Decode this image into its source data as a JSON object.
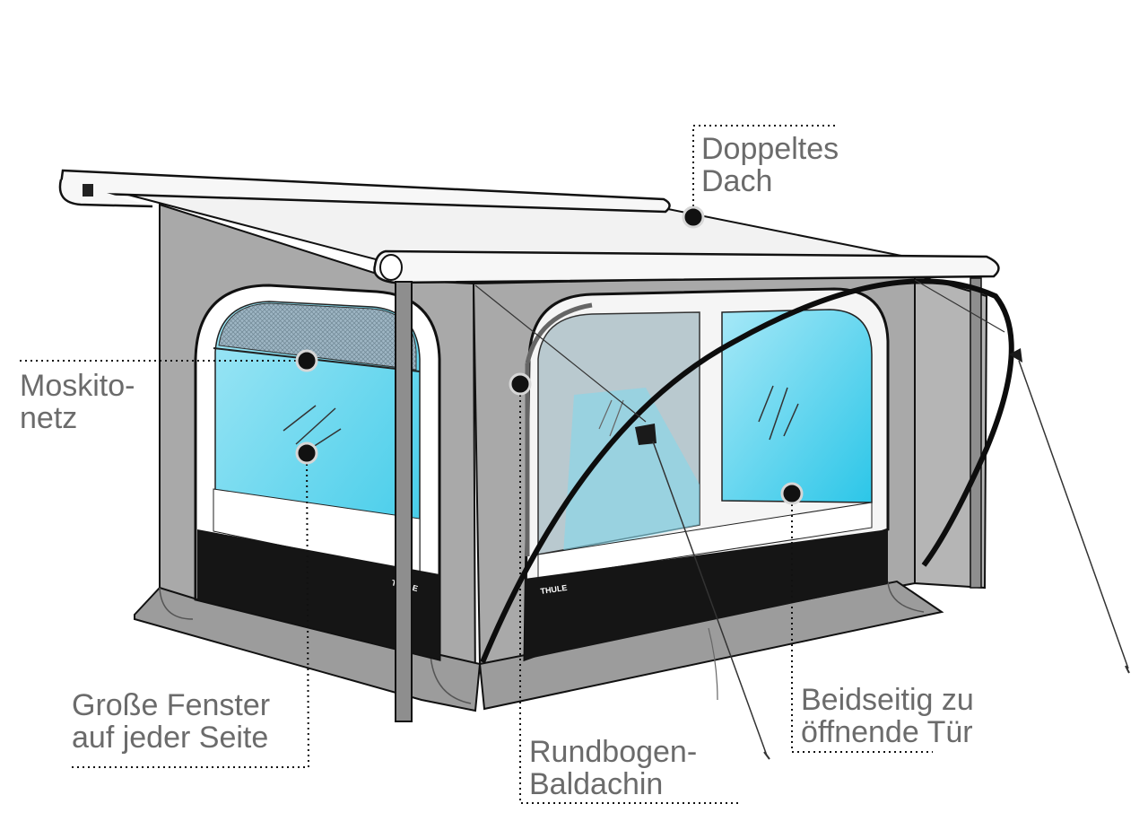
{
  "labels": {
    "roof": {
      "line1": "Doppeltes",
      "line2": "Dach"
    },
    "mosquito": {
      "line1": "Moskito-",
      "line2": "netz"
    },
    "windows": {
      "line1": "Große Fenster",
      "line2": "auf jeder Seite"
    },
    "canopy": {
      "line1": "Rundbogen-",
      "line2": "Baldachin"
    },
    "door": {
      "line1": "Beidseitig zu",
      "line2": "öffnende Tür"
    }
  },
  "branding": {
    "logo": "THULE"
  },
  "colors": {
    "fabric": "#a9a9a9",
    "fabric_dark": "#8e8e8e",
    "roof": "#f2f2f2",
    "window_glass": "#6fd6ef",
    "skirt": "#141414",
    "label_text": "#6b6b6b",
    "marker": "#111111"
  }
}
